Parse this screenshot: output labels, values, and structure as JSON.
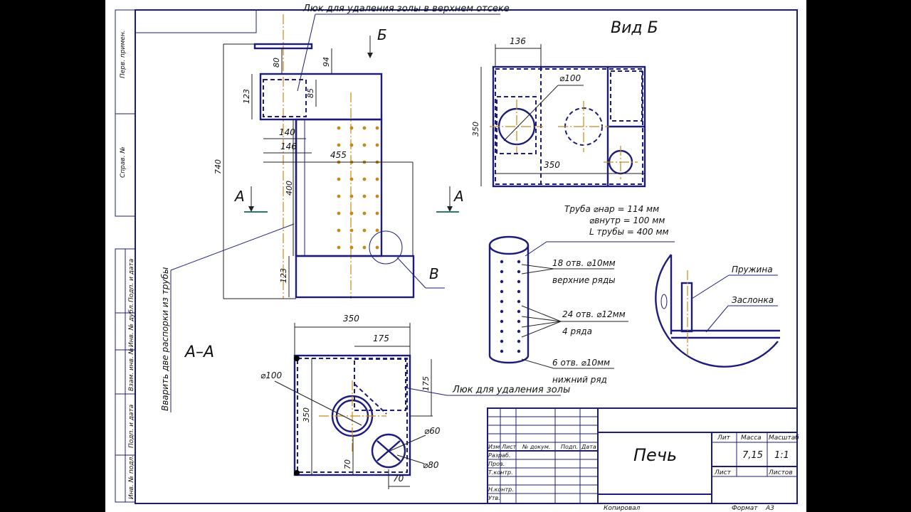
{
  "labels": {
    "ash_top": "Люк для удаления золы в верхнем отсеке",
    "view_b": "Вид Б",
    "b_arrow": "Б",
    "section_a_left": "А",
    "section_a_right": "А",
    "section_title": "А–А",
    "detail_v": "В",
    "weld_note": "Вварить две распорки из трубы",
    "ash_bottom": "Люк для удаления золы",
    "pipe_outer": "Труба ⌀нар = 114 мм",
    "pipe_inner": "⌀внутр = 100 мм",
    "pipe_length": "L трубы = 400 мм",
    "holes_top_1": "18 отв. ⌀10мм",
    "holes_top_2": "верхние ряды",
    "holes_mid_1": "24 отв. ⌀12мм",
    "holes_mid_2": "4 ряда",
    "holes_bot_1": "6 отв. ⌀10мм",
    "holes_bot_2": "нижний ряд",
    "spring": "Пружина",
    "damper": "Заслонка"
  },
  "dims": {
    "d80": "80",
    "d94": "94",
    "d123a": "123",
    "d85": "85",
    "d140": "140",
    "d146": "146",
    "d455": "455",
    "d740": "740",
    "d400": "400",
    "d123b": "123",
    "vb136": "136",
    "vb350v": "350",
    "vb350h": "350",
    "vb100": "⌀100",
    "aa350": "350",
    "aa175h": "175",
    "aa175v": "175",
    "aa350v": "350",
    "aa100": "⌀100",
    "aa60": "⌀60",
    "aa80": "⌀80",
    "aa70v": "70",
    "aa70h": "70"
  },
  "side_stamp": [
    "Перв. примен.",
    "Справ. №",
    "Подп. и дата",
    "Инв. № дубл.",
    "Взам. инв. №",
    "Подп. и дата",
    "Инв. № подл."
  ],
  "title_block": {
    "name": "Печь",
    "lit": "Лит",
    "mass_label": "Масса",
    "scale_label": "Масштаб",
    "mass": "7,15",
    "scale": "1:1",
    "sheet": "Лист",
    "sheets": "Листов",
    "cols": [
      "Изм",
      "Лист",
      "№ докум.",
      "Подп.",
      "Дата"
    ],
    "rows": [
      "Разраб.",
      "Пров.",
      "Т.контр.",
      "",
      "Н.контр.",
      "Утв."
    ],
    "copied": "Копировал",
    "format": "Формат",
    "format_value": "А3"
  }
}
